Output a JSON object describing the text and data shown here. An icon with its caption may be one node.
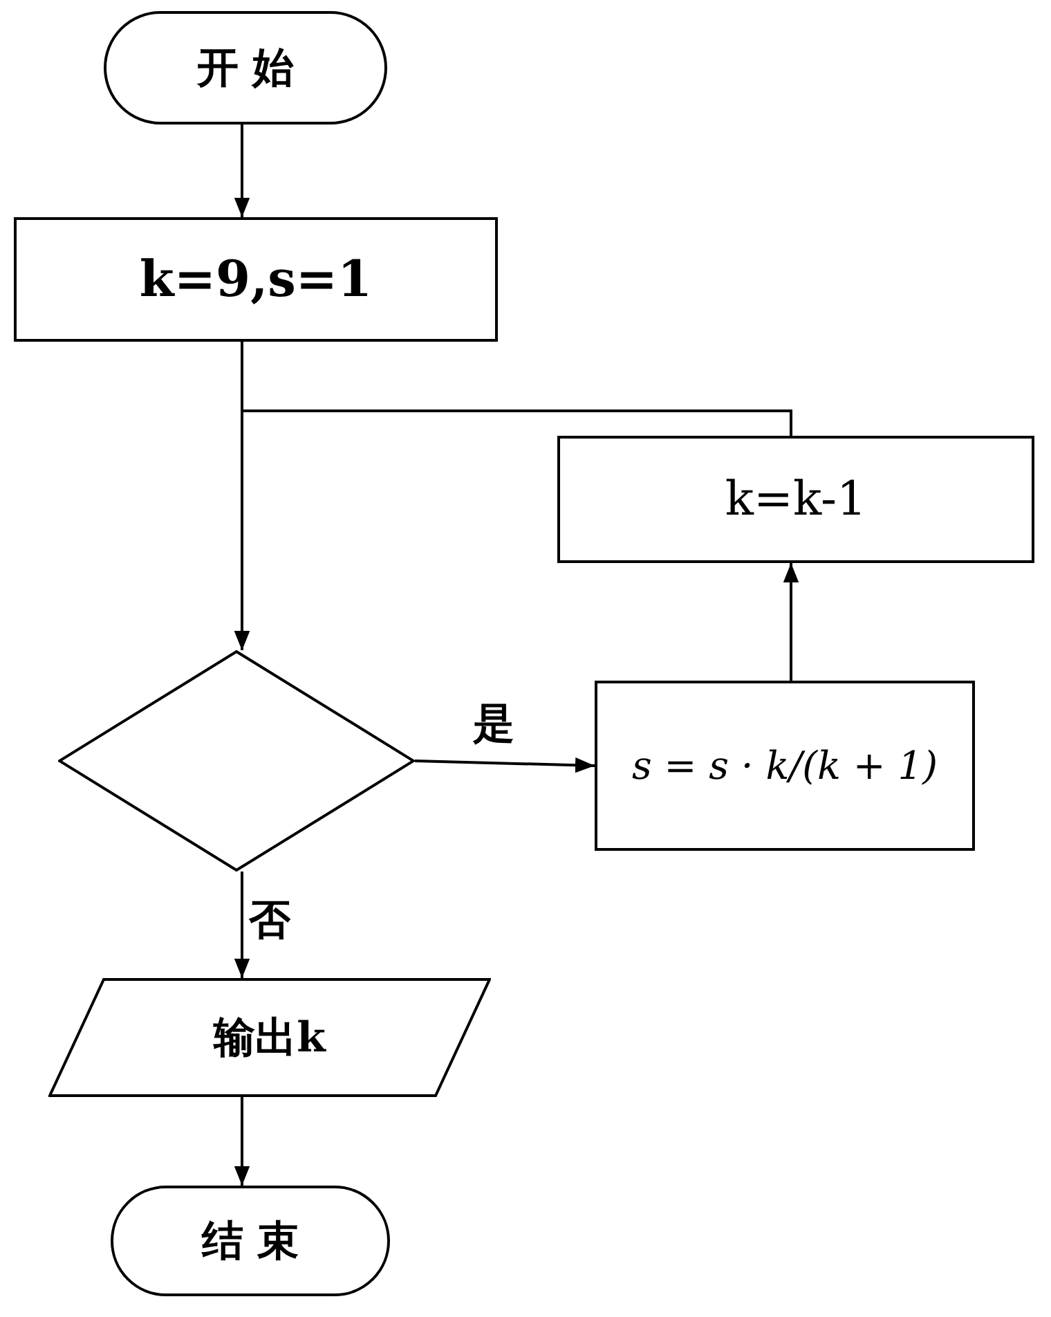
{
  "diagram": {
    "nodes": [
      {
        "text": [
          "开 始"
        ]
      },
      {
        "text": [
          "k=9,s=1"
        ]
      },
      {
        "text": [],
        "shape": "diamond"
      },
      {
        "text": [
          "s = s · k/(k + 1)"
        ]
      },
      {
        "text": [
          "k=k-1"
        ]
      },
      {
        "text": [
          "输出k"
        ]
      },
      {
        "text": [
          "结 束"
        ]
      }
    ],
    "edges": [
      {
        "from": 0,
        "to": 1,
        "arrow": "to"
      },
      {
        "from": 1,
        "to": 2,
        "arrow": "to"
      },
      {
        "from": 4,
        "to": 2,
        "arrow": "to"
      },
      {
        "from": 2,
        "to": 3,
        "label": "是",
        "arrow": "to"
      },
      {
        "from": 3,
        "to": 4,
        "arrow": "to"
      },
      {
        "from": 2,
        "to": 5,
        "label": "否",
        "arrow": "to"
      },
      {
        "from": 5,
        "to": 6,
        "arrow": "to"
      }
    ]
  }
}
